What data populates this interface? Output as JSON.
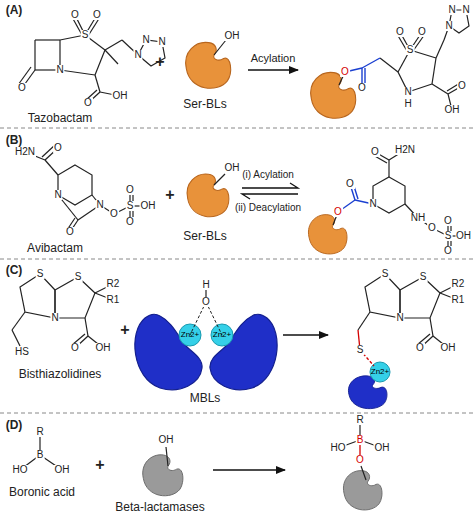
{
  "diagram": {
    "labels": [
      "(A)",
      "O",
      "O",
      "S",
      "N",
      "N",
      "N",
      "O",
      "N",
      "O",
      "OH",
      "Tazobactam",
      "+",
      "OH",
      "Ser-BLs",
      "Acylation",
      "O",
      "O",
      "O",
      "O",
      "S",
      "N",
      "H",
      "N",
      "N",
      "N",
      "O",
      "OH",
      "(B)",
      "H2N",
      "O",
      "N",
      "N",
      "O",
      "O",
      "S",
      "O",
      "O",
      "OH",
      "Avibactam",
      "+",
      "OH",
      "Ser-BLs",
      "(i) Acylation",
      "(ii) Deacylation",
      "O",
      "O",
      "N",
      "O",
      "H2N",
      "NH",
      "O",
      "S",
      "O",
      "O",
      "OH",
      "(C)",
      "S",
      "S",
      "N",
      "R2",
      "R1",
      "HS",
      "O",
      "OH",
      "Bisthiazolidines",
      "+",
      "H",
      "O",
      "Zn2+",
      "Zn2+",
      "MBLs",
      "S",
      "S",
      "N",
      "R2",
      "R1",
      "O",
      "OH",
      "S",
      "Zn2+",
      "(D)",
      "R",
      "B",
      "HO",
      "OH",
      "Boronic acid",
      "+",
      "OH",
      "Beta-lactamases",
      "R",
      "B",
      "HO",
      "OH",
      "O"
    ]
  }
}
